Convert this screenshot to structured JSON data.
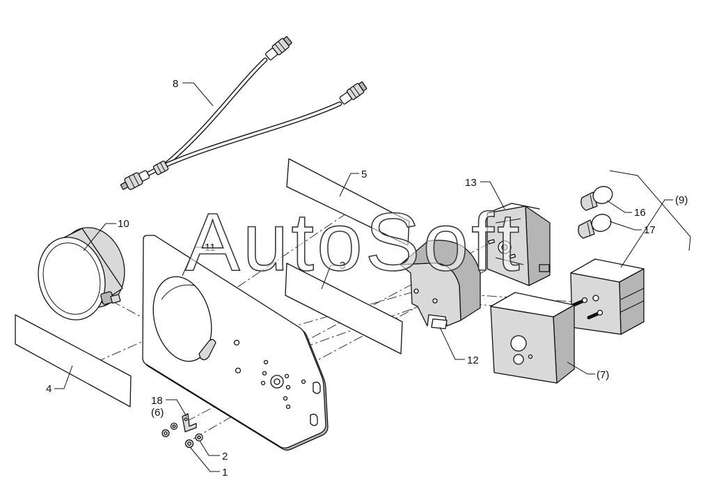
{
  "callouts": {
    "part_8": "8",
    "part_5": "5",
    "part_13": "13",
    "part_9": "(9)",
    "part_16": "16",
    "part_17": "17",
    "part_10": "10",
    "part_11": "11",
    "part_3": "3",
    "part_12": "12",
    "part_7": "(7)",
    "part_4": "4",
    "part_18": "18",
    "part_6": "(6)",
    "part_2": "2",
    "part_1": "1"
  },
  "watermark": "AutoSoft"
}
